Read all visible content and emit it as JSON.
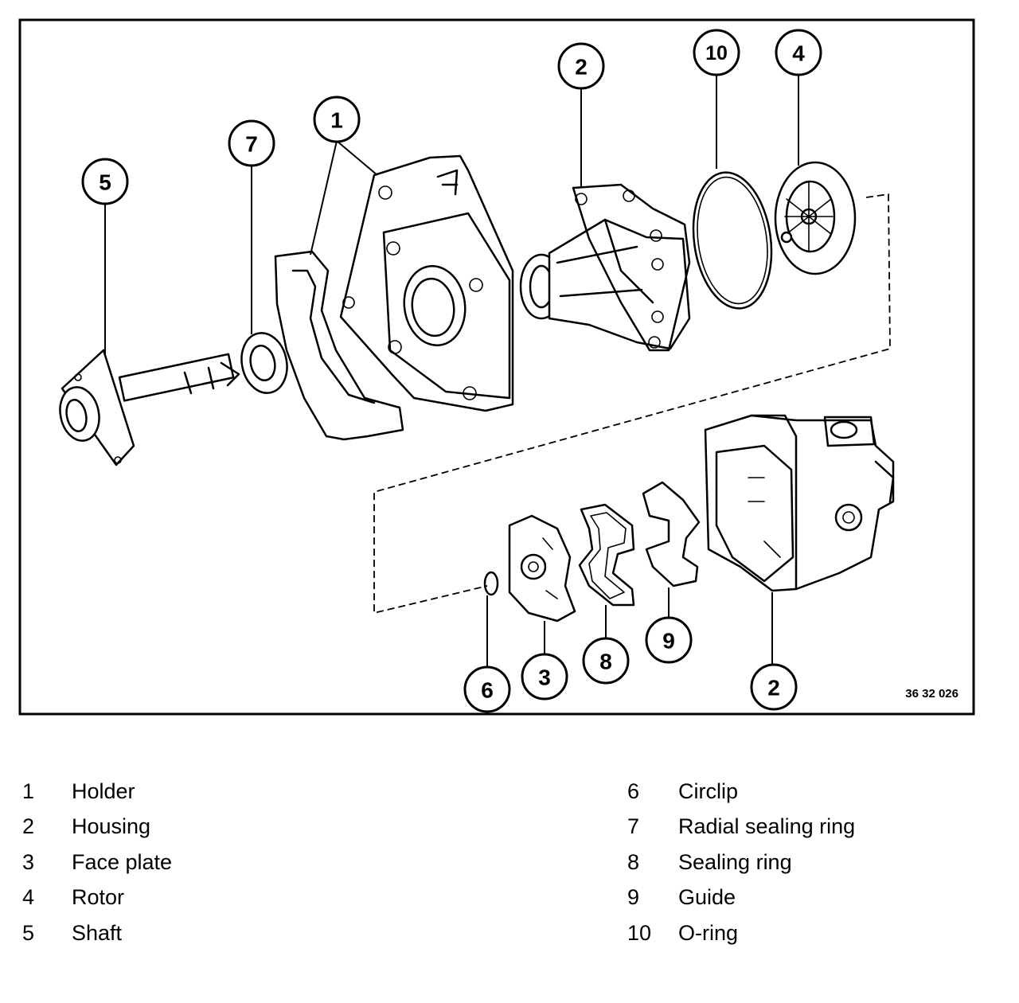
{
  "figure": {
    "reference_code": "36 32 026",
    "callouts": [
      {
        "id": "c1",
        "label": "1"
      },
      {
        "id": "c2a",
        "label": "2"
      },
      {
        "id": "c2b",
        "label": "2"
      },
      {
        "id": "c3",
        "label": "3"
      },
      {
        "id": "c4",
        "label": "4"
      },
      {
        "id": "c5",
        "label": "5"
      },
      {
        "id": "c6",
        "label": "6"
      },
      {
        "id": "c7",
        "label": "7"
      },
      {
        "id": "c8",
        "label": "8"
      },
      {
        "id": "c9",
        "label": "9"
      },
      {
        "id": "c10",
        "label": "10"
      }
    ]
  },
  "legend": {
    "left": [
      {
        "number": "1",
        "name": "Holder"
      },
      {
        "number": "2",
        "name": "Housing"
      },
      {
        "number": "3",
        "name": "Face plate"
      },
      {
        "number": "4",
        "name": "Rotor"
      },
      {
        "number": "5",
        "name": "Shaft"
      }
    ],
    "right": [
      {
        "number": "6",
        "name": "Circlip"
      },
      {
        "number": "7",
        "name": "Radial sealing ring"
      },
      {
        "number": "8",
        "name": "Sealing ring"
      },
      {
        "number": "9",
        "name": "Guide"
      },
      {
        "number": "10",
        "name": "O-ring"
      }
    ]
  }
}
